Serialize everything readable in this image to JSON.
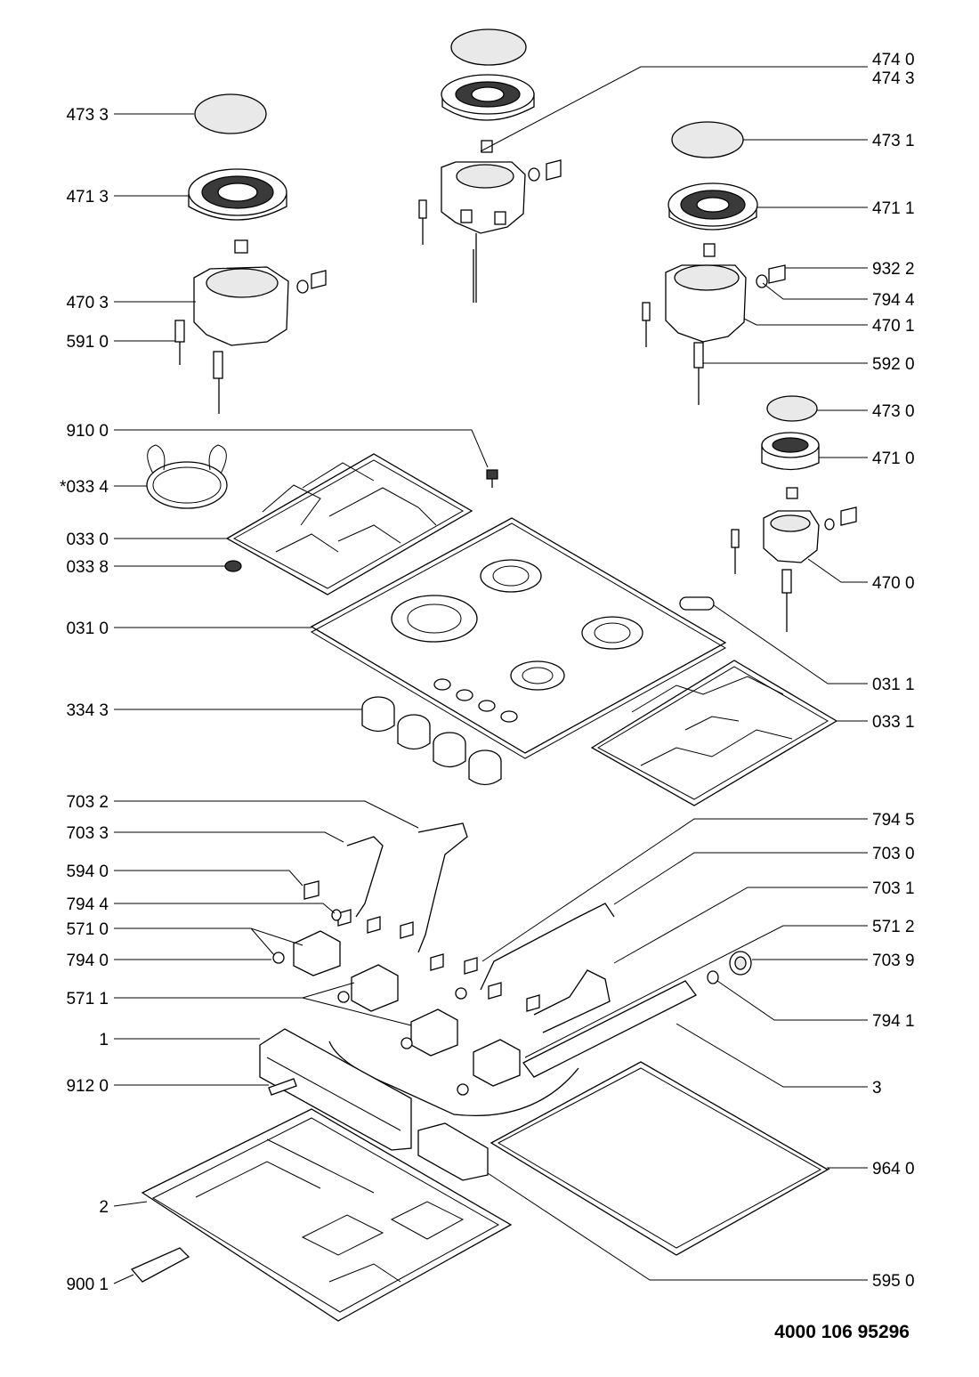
{
  "labels_left": [
    "473 3",
    "471 3",
    "470 3",
    "591 0",
    "910 0",
    "*033 4",
    "033 0",
    "033 8",
    "031 0",
    "334 3",
    "703 2",
    "703 3",
    "594 0",
    "794 4",
    "571 0",
    "794 0",
    "571 1",
    "1",
    "912 0",
    "2",
    "900 1"
  ],
  "labels_right": [
    "474 0",
    "474 3",
    "473 1",
    "471 1",
    "932 2",
    "794 4",
    "470 1",
    "592 0",
    "473 0",
    "471 0",
    "470 0",
    "031 1",
    "033 1",
    "794 5",
    "703 0",
    "703 1",
    "571 2",
    "703 9",
    "794 1",
    "3",
    "964 0",
    "595 0"
  ],
  "document_number": "4000 106 95296"
}
